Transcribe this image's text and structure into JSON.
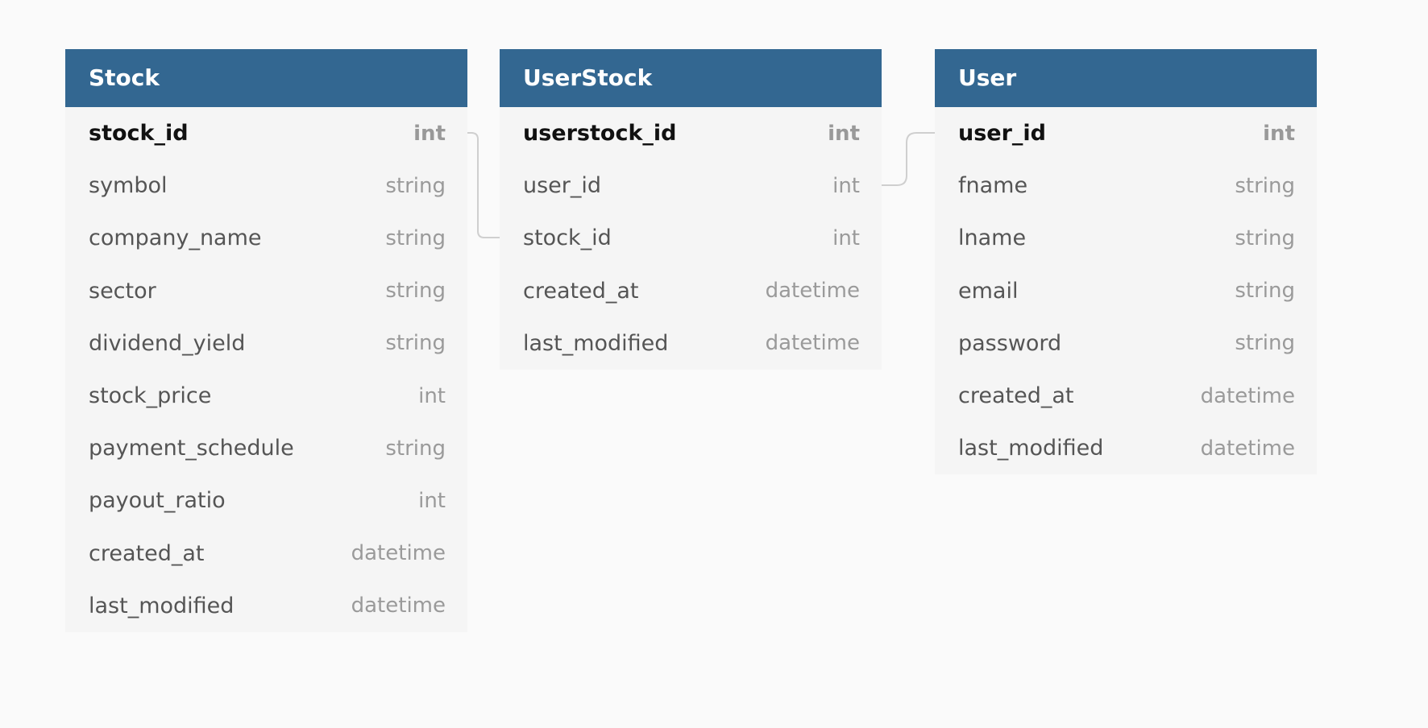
{
  "tables": [
    {
      "name": "Stock",
      "columns": [
        {
          "name": "stock_id",
          "type": "int",
          "pk": true
        },
        {
          "name": "symbol",
          "type": "string"
        },
        {
          "name": "company_name",
          "type": "string"
        },
        {
          "name": "sector",
          "type": "string"
        },
        {
          "name": "dividend_yield",
          "type": "string"
        },
        {
          "name": "stock_price",
          "type": "int"
        },
        {
          "name": "payment_schedule",
          "type": "string"
        },
        {
          "name": "payout_ratio",
          "type": "int"
        },
        {
          "name": "created_at",
          "type": "datetime"
        },
        {
          "name": "last_modified",
          "type": "datetime"
        }
      ]
    },
    {
      "name": "UserStock",
      "columns": [
        {
          "name": "userstock_id",
          "type": "int",
          "pk": true
        },
        {
          "name": "user_id",
          "type": "int"
        },
        {
          "name": "stock_id",
          "type": "int"
        },
        {
          "name": "created_at",
          "type": "datetime"
        },
        {
          "name": "last_modified",
          "type": "datetime"
        }
      ]
    },
    {
      "name": "User",
      "columns": [
        {
          "name": "user_id",
          "type": "int",
          "pk": true
        },
        {
          "name": "fname",
          "type": "string"
        },
        {
          "name": "lname",
          "type": "string"
        },
        {
          "name": "email",
          "type": "string"
        },
        {
          "name": "password",
          "type": "string"
        },
        {
          "name": "created_at",
          "type": "datetime"
        },
        {
          "name": "last_modified",
          "type": "datetime"
        }
      ]
    }
  ],
  "relations": [
    {
      "from": "Stock.stock_id",
      "to": "UserStock.stock_id"
    },
    {
      "from": "User.user_id",
      "to": "UserStock.user_id"
    }
  ],
  "colors": {
    "header": "#336791",
    "header_text": "#ffffff",
    "table_body": "#f5f5f5",
    "background": "#fafafa",
    "connector": "#cfcfcf"
  }
}
